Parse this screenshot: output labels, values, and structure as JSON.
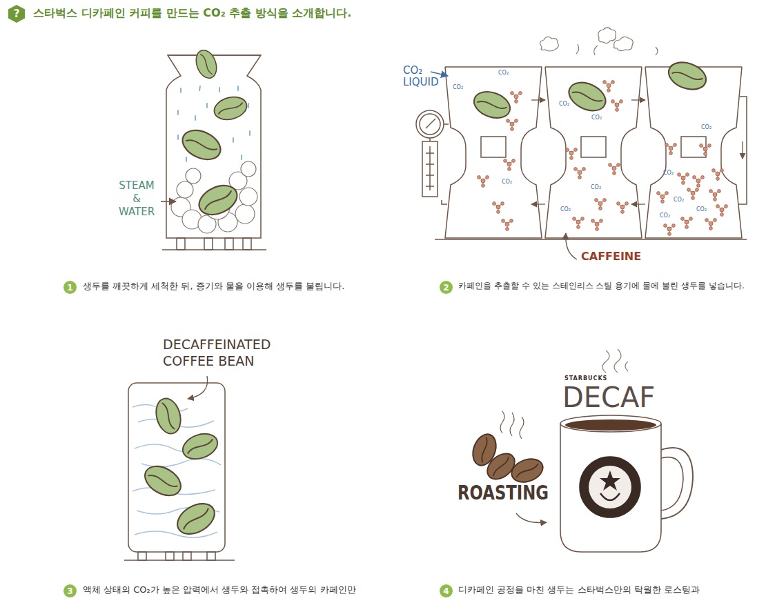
{
  "diagram": {
    "title": "스타벅스 디카페인 커피를 만드는 CO₂ 추출 방식을 소개합니다.",
    "nodes": [
      {
        "text": [
          "?"
        ]
      },
      {
        "text": [
          "1"
        ]
      },
      {
        "text": [
          "2"
        ]
      },
      {
        "text": [
          "3"
        ]
      },
      {
        "text": [
          "4"
        ]
      }
    ],
    "labels": [
      "STEAM & WATER",
      "생두를 깨끗하게 세척한 뒤, 증기와 물을 이용해 생두를 불립니다.",
      "CO₂ LIQUID",
      "CO₂",
      "CO₂",
      "CO₂",
      "CO₂",
      "CO₂",
      "CO₂",
      "CO₂",
      "CO₂",
      "CO₂",
      "CO₂",
      "CO₂",
      "CO₂",
      "CAFFEINE",
      "카페인을 추출할 수 있는 스테인리스 스틸 용기에 물에 불린 생두를 넣습니다.",
      "DECAFFEINATED COFFEE BEAN",
      "액체 상태의 CO₂가 높은 압력에서 생두와 접촉하여 생두의 카페인만",
      "STARBUCKS",
      "DECAF",
      "ROASTING",
      "디카페인 공정을 마친 생두는 스타벅스만의 탁월한 로스팅과"
    ]
  }
}
